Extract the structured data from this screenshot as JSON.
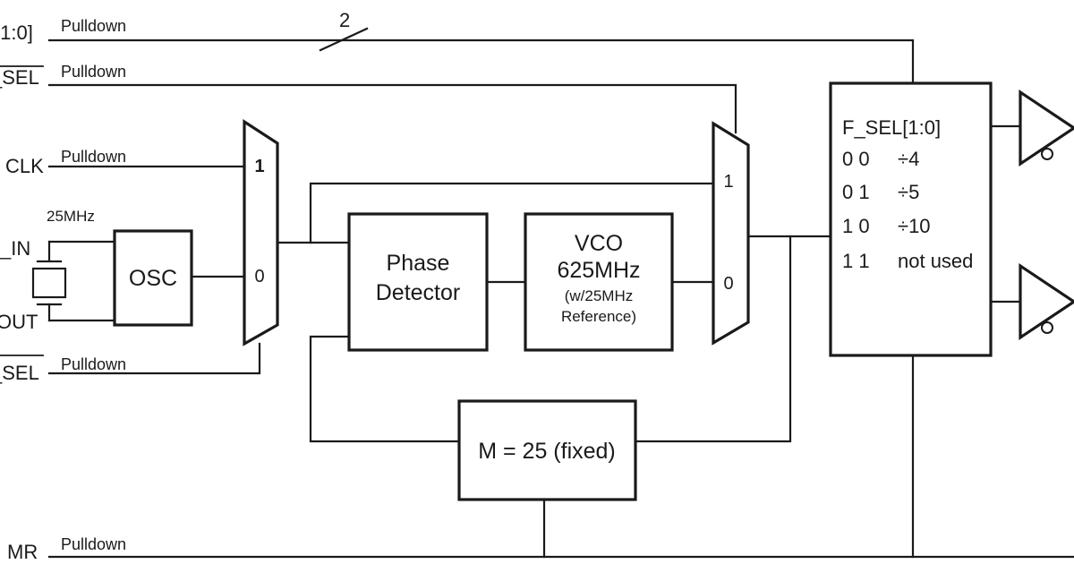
{
  "pins": {
    "f_sel": "[1:0]",
    "vco_sel": "_SEL",
    "ref_clk": "CLK",
    "xtal_in": "_IN",
    "xtal_out": "OUT",
    "ref_sel": "_SEL",
    "mr": "MR"
  },
  "pulldown_label": "Pulldown",
  "bus_width": "2",
  "crystal_freq": "25MHz",
  "osc": {
    "label": "OSC"
  },
  "ref_mux": {
    "input_1": "1",
    "input_0": "0"
  },
  "vco_mux": {
    "input_1": "1",
    "input_0": "0"
  },
  "phase_detector": {
    "line1": "Phase",
    "line2": "Detector"
  },
  "vco": {
    "line1": "VCO",
    "line2": "625MHz",
    "line3": "(w/25MHz",
    "line4": "Reference)"
  },
  "feedback_divider": {
    "label": "M = 25 (fixed)"
  },
  "divider_block": {
    "title": "F_SEL[1:0]",
    "rows": [
      {
        "code": "0 0",
        "value": "÷4"
      },
      {
        "code": "0 1",
        "value": "÷5"
      },
      {
        "code": "1 0",
        "value": "÷10"
      },
      {
        "code": "1 1",
        "value": "not used"
      }
    ]
  }
}
